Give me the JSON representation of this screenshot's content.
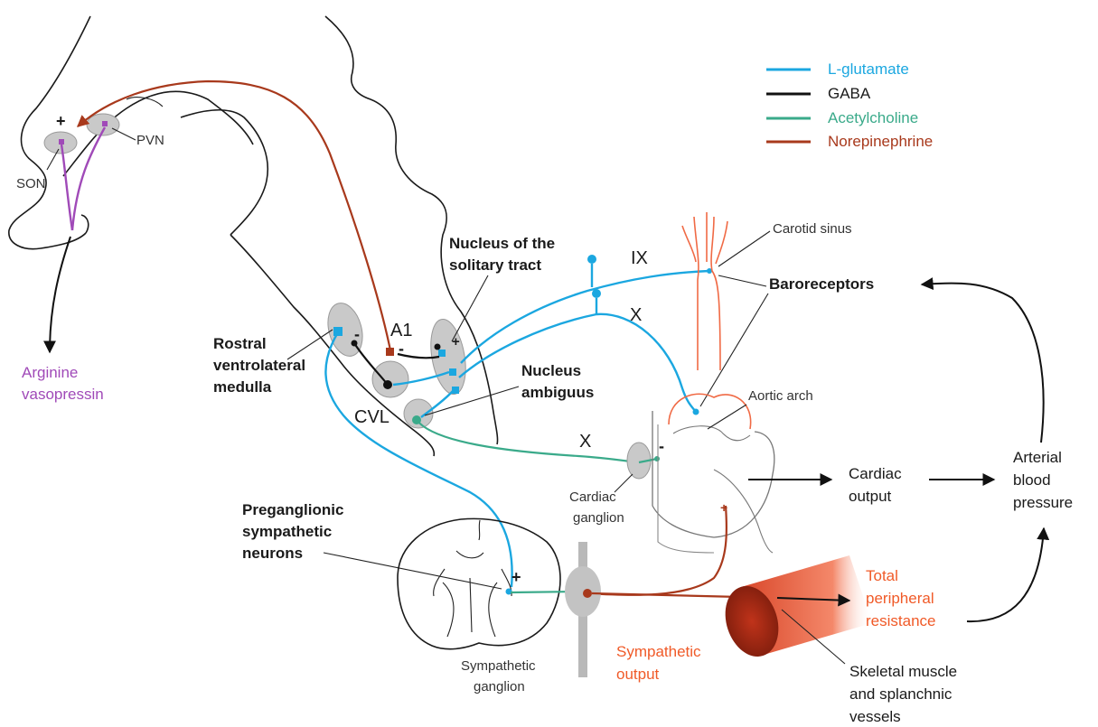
{
  "legend": {
    "items": [
      {
        "label": "L-glutamate",
        "color": "#1ba7e0"
      },
      {
        "label": "GABA",
        "color": "#111111"
      },
      {
        "label": "Acetylcholine",
        "color": "#3aaa8a"
      },
      {
        "label": "Norepinephrine",
        "color": "#a8391c"
      }
    ]
  },
  "labels": {
    "son": "SON",
    "pvn": "PVN",
    "avp_line1": "Arginine",
    "avp_line2": "vasopressin",
    "plus_hypothalamus": "+",
    "nts_line1": "Nucleus of the",
    "nts_line2": "solitary tract",
    "rvlm_line1": "Rostral",
    "rvlm_line2": "ventrolateral",
    "rvlm_line3": "medulla",
    "a1": "A1",
    "cvl": "CVL",
    "na_line1": "Nucleus",
    "na_line2": "ambiguus",
    "nerve_ix": "IX",
    "nerve_x_upper": "X",
    "nerve_x_lower": "X",
    "carotid_sinus": "Carotid sinus",
    "baroreceptors": "Baroreceptors",
    "aortic_arch": "Aortic arch",
    "cardiac_ganglion_line1": "Cardiac",
    "cardiac_ganglion_line2": "ganglion",
    "cardiac_output_line1": "Cardiac",
    "cardiac_output_line2": "output",
    "abp_line1": "Arterial",
    "abp_line2": "blood",
    "abp_line3": "pressure",
    "pre_line1": "Preganglionic",
    "pre_line2": "sympathetic",
    "pre_line3": "neurons",
    "symp_ganglion_line1": "Sympathetic",
    "symp_ganglion_line2": "ganglion",
    "symp_output_line1": "Sympathetic",
    "symp_output_line2": "output",
    "tpr_line1": "Total",
    "tpr_line2": "peripheral",
    "tpr_line3": "resistance",
    "skm_line1": "Skeletal muscle",
    "skm_line2": "and splanchnic",
    "skm_line3": "vessels",
    "minus_rvlm": "-",
    "minus_a1": "-",
    "plus_nts": "+",
    "minus_heart": "-",
    "plus_spinal": "+"
  },
  "colors": {
    "glutamate": "#1ba7e0",
    "gaba": "#111111",
    "acetylcholine": "#3aaa8a",
    "norepinephrine": "#a8391c",
    "vasopressin": "#a04ab8",
    "resistance": "#f05a28",
    "vessel": "#f06a45"
  }
}
